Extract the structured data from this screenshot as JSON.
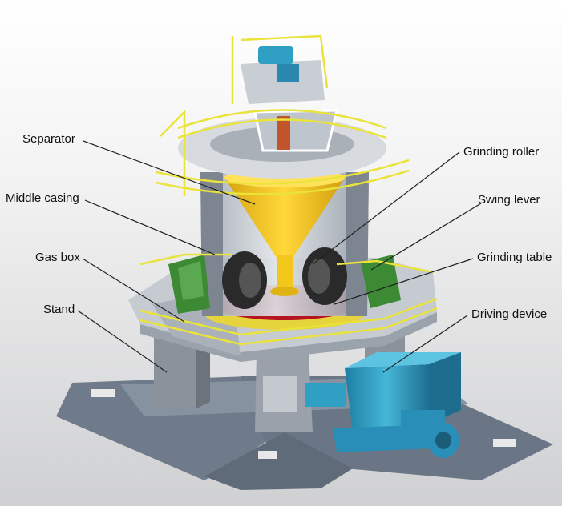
{
  "labels": {
    "separator": "Separator",
    "middle_casing": "Middle casing",
    "gas_box": "Gas box",
    "stand": "Stand",
    "grinding_roller": "Grinding roller",
    "swing_lever": "Swing lever",
    "grinding_table": "Grinding table",
    "driving_device": "Driving device"
  },
  "colors": {
    "background": "#f3f3f3",
    "railing": "#e9e33a",
    "separator": "#f2c61b",
    "table": "#b51420",
    "driving_device": "#2f9fc3",
    "swing_lever": "#3c8a34",
    "casing": "#c9cfd6",
    "base": "#6e7a89",
    "roller": "#2a2a2a"
  }
}
